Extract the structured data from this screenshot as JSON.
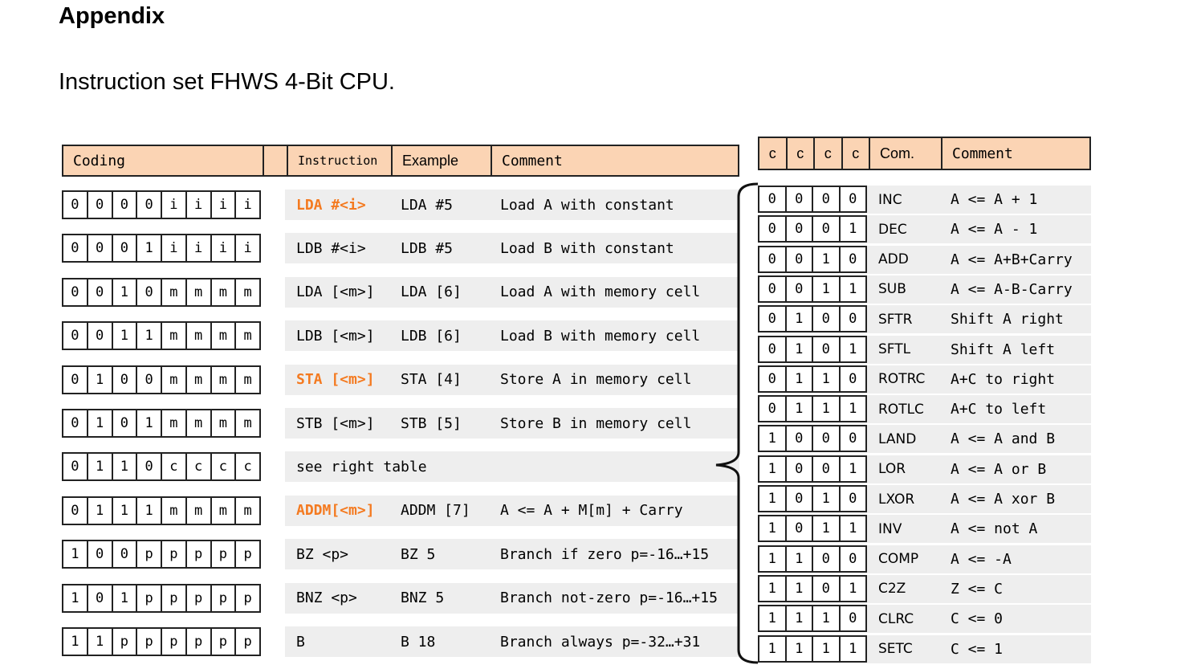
{
  "heading": "Appendix",
  "subheading": "Instruction set FHWS 4-Bit CPU.",
  "left_table": {
    "headers": {
      "coding": "Coding",
      "instruction": "Instruction",
      "example": "Example",
      "comment": "Comment"
    },
    "rows": [
      {
        "bits": [
          "0",
          "0",
          "0",
          "0",
          "i",
          "i",
          "i",
          "i"
        ],
        "instruction": "LDA #<i>",
        "highlight": true,
        "example": "LDA #5",
        "comment": "Load A with constant"
      },
      {
        "bits": [
          "0",
          "0",
          "0",
          "1",
          "i",
          "i",
          "i",
          "i"
        ],
        "instruction": "LDB #<i>",
        "highlight": false,
        "example": "LDB #5",
        "comment": "Load B with constant"
      },
      {
        "bits": [
          "0",
          "0",
          "1",
          "0",
          "m",
          "m",
          "m",
          "m"
        ],
        "instruction": "LDA [<m>]",
        "highlight": false,
        "example": "LDA [6]",
        "comment": "Load A with memory cell"
      },
      {
        "bits": [
          "0",
          "0",
          "1",
          "1",
          "m",
          "m",
          "m",
          "m"
        ],
        "instruction": "LDB [<m>]",
        "highlight": false,
        "example": "LDB [6]",
        "comment": "Load B with memory cell"
      },
      {
        "bits": [
          "0",
          "1",
          "0",
          "0",
          "m",
          "m",
          "m",
          "m"
        ],
        "instruction": "STA [<m>]",
        "highlight": true,
        "example": "STA [4]",
        "comment": "Store A in memory cell"
      },
      {
        "bits": [
          "0",
          "1",
          "0",
          "1",
          "m",
          "m",
          "m",
          "m"
        ],
        "instruction": "STB [<m>]",
        "highlight": false,
        "example": "STB [5]",
        "comment": "Store B in memory cell"
      },
      {
        "bits": [
          "0",
          "1",
          "1",
          "0",
          "c",
          "c",
          "c",
          "c"
        ],
        "instruction": "see right table",
        "highlight": false,
        "example": "",
        "comment": "",
        "span": true
      },
      {
        "bits": [
          "0",
          "1",
          "1",
          "1",
          "m",
          "m",
          "m",
          "m"
        ],
        "instruction": "ADDM[<m>]",
        "highlight": true,
        "example": "ADDM [7]",
        "comment": "A <= A + M[m] + Carry"
      },
      {
        "bits": [
          "1",
          "0",
          "0",
          "p",
          "p",
          "p",
          "p",
          "p"
        ],
        "instruction": "BZ <p>",
        "highlight": false,
        "example": "BZ 5",
        "comment": "Branch if zero p=-16…+15"
      },
      {
        "bits": [
          "1",
          "0",
          "1",
          "p",
          "p",
          "p",
          "p",
          "p"
        ],
        "instruction": "BNZ <p>",
        "highlight": false,
        "example": "BNZ 5",
        "comment": "Branch not-zero p=-16…+15"
      },
      {
        "bits": [
          "1",
          "1",
          "p",
          "p",
          "p",
          "p",
          "p",
          "p"
        ],
        "instruction": "B",
        "highlight": false,
        "example": "B 18",
        "comment": "Branch always p=-32…+31"
      }
    ]
  },
  "right_table": {
    "headers": {
      "bits": [
        "c",
        "c",
        "c",
        "c"
      ],
      "command": "Com.",
      "comment": "Comment"
    },
    "rows": [
      {
        "bits": [
          "0",
          "0",
          "0",
          "0"
        ],
        "command": "INC",
        "comment": "A <= A + 1"
      },
      {
        "bits": [
          "0",
          "0",
          "0",
          "1"
        ],
        "command": "DEC",
        "comment": "A <= A - 1"
      },
      {
        "bits": [
          "0",
          "0",
          "1",
          "0"
        ],
        "command": "ADD",
        "comment": "A <= A+B+Carry"
      },
      {
        "bits": [
          "0",
          "0",
          "1",
          "1"
        ],
        "command": "SUB",
        "comment": "A <= A-B-Carry"
      },
      {
        "bits": [
          "0",
          "1",
          "0",
          "0"
        ],
        "command": "SFTR",
        "comment": "Shift A right"
      },
      {
        "bits": [
          "0",
          "1",
          "0",
          "1"
        ],
        "command": "SFTL",
        "comment": "Shift A left"
      },
      {
        "bits": [
          "0",
          "1",
          "1",
          "0"
        ],
        "command": "ROTRC",
        "comment": "A+C to right"
      },
      {
        "bits": [
          "0",
          "1",
          "1",
          "1"
        ],
        "command": "ROTLC",
        "comment": "A+C to left"
      },
      {
        "bits": [
          "1",
          "0",
          "0",
          "0"
        ],
        "command": "LAND",
        "comment": "A <= A and B"
      },
      {
        "bits": [
          "1",
          "0",
          "0",
          "1"
        ],
        "command": "LOR",
        "comment": "A <= A or B"
      },
      {
        "bits": [
          "1",
          "0",
          "1",
          "0"
        ],
        "command": "LXOR",
        "comment": "A <= A xor B"
      },
      {
        "bits": [
          "1",
          "0",
          "1",
          "1"
        ],
        "command": "INV",
        "comment": "A <= not A"
      },
      {
        "bits": [
          "1",
          "1",
          "0",
          "0"
        ],
        "command": "COMP",
        "comment": "A <= -A"
      },
      {
        "bits": [
          "1",
          "1",
          "0",
          "1"
        ],
        "command": "C2Z",
        "comment": "Z <= C"
      },
      {
        "bits": [
          "1",
          "1",
          "1",
          "0"
        ],
        "command": "CLRC",
        "comment": "C <= 0"
      },
      {
        "bits": [
          "1",
          "1",
          "1",
          "1"
        ],
        "command": "SETC",
        "comment": "C <= 1"
      }
    ]
  }
}
